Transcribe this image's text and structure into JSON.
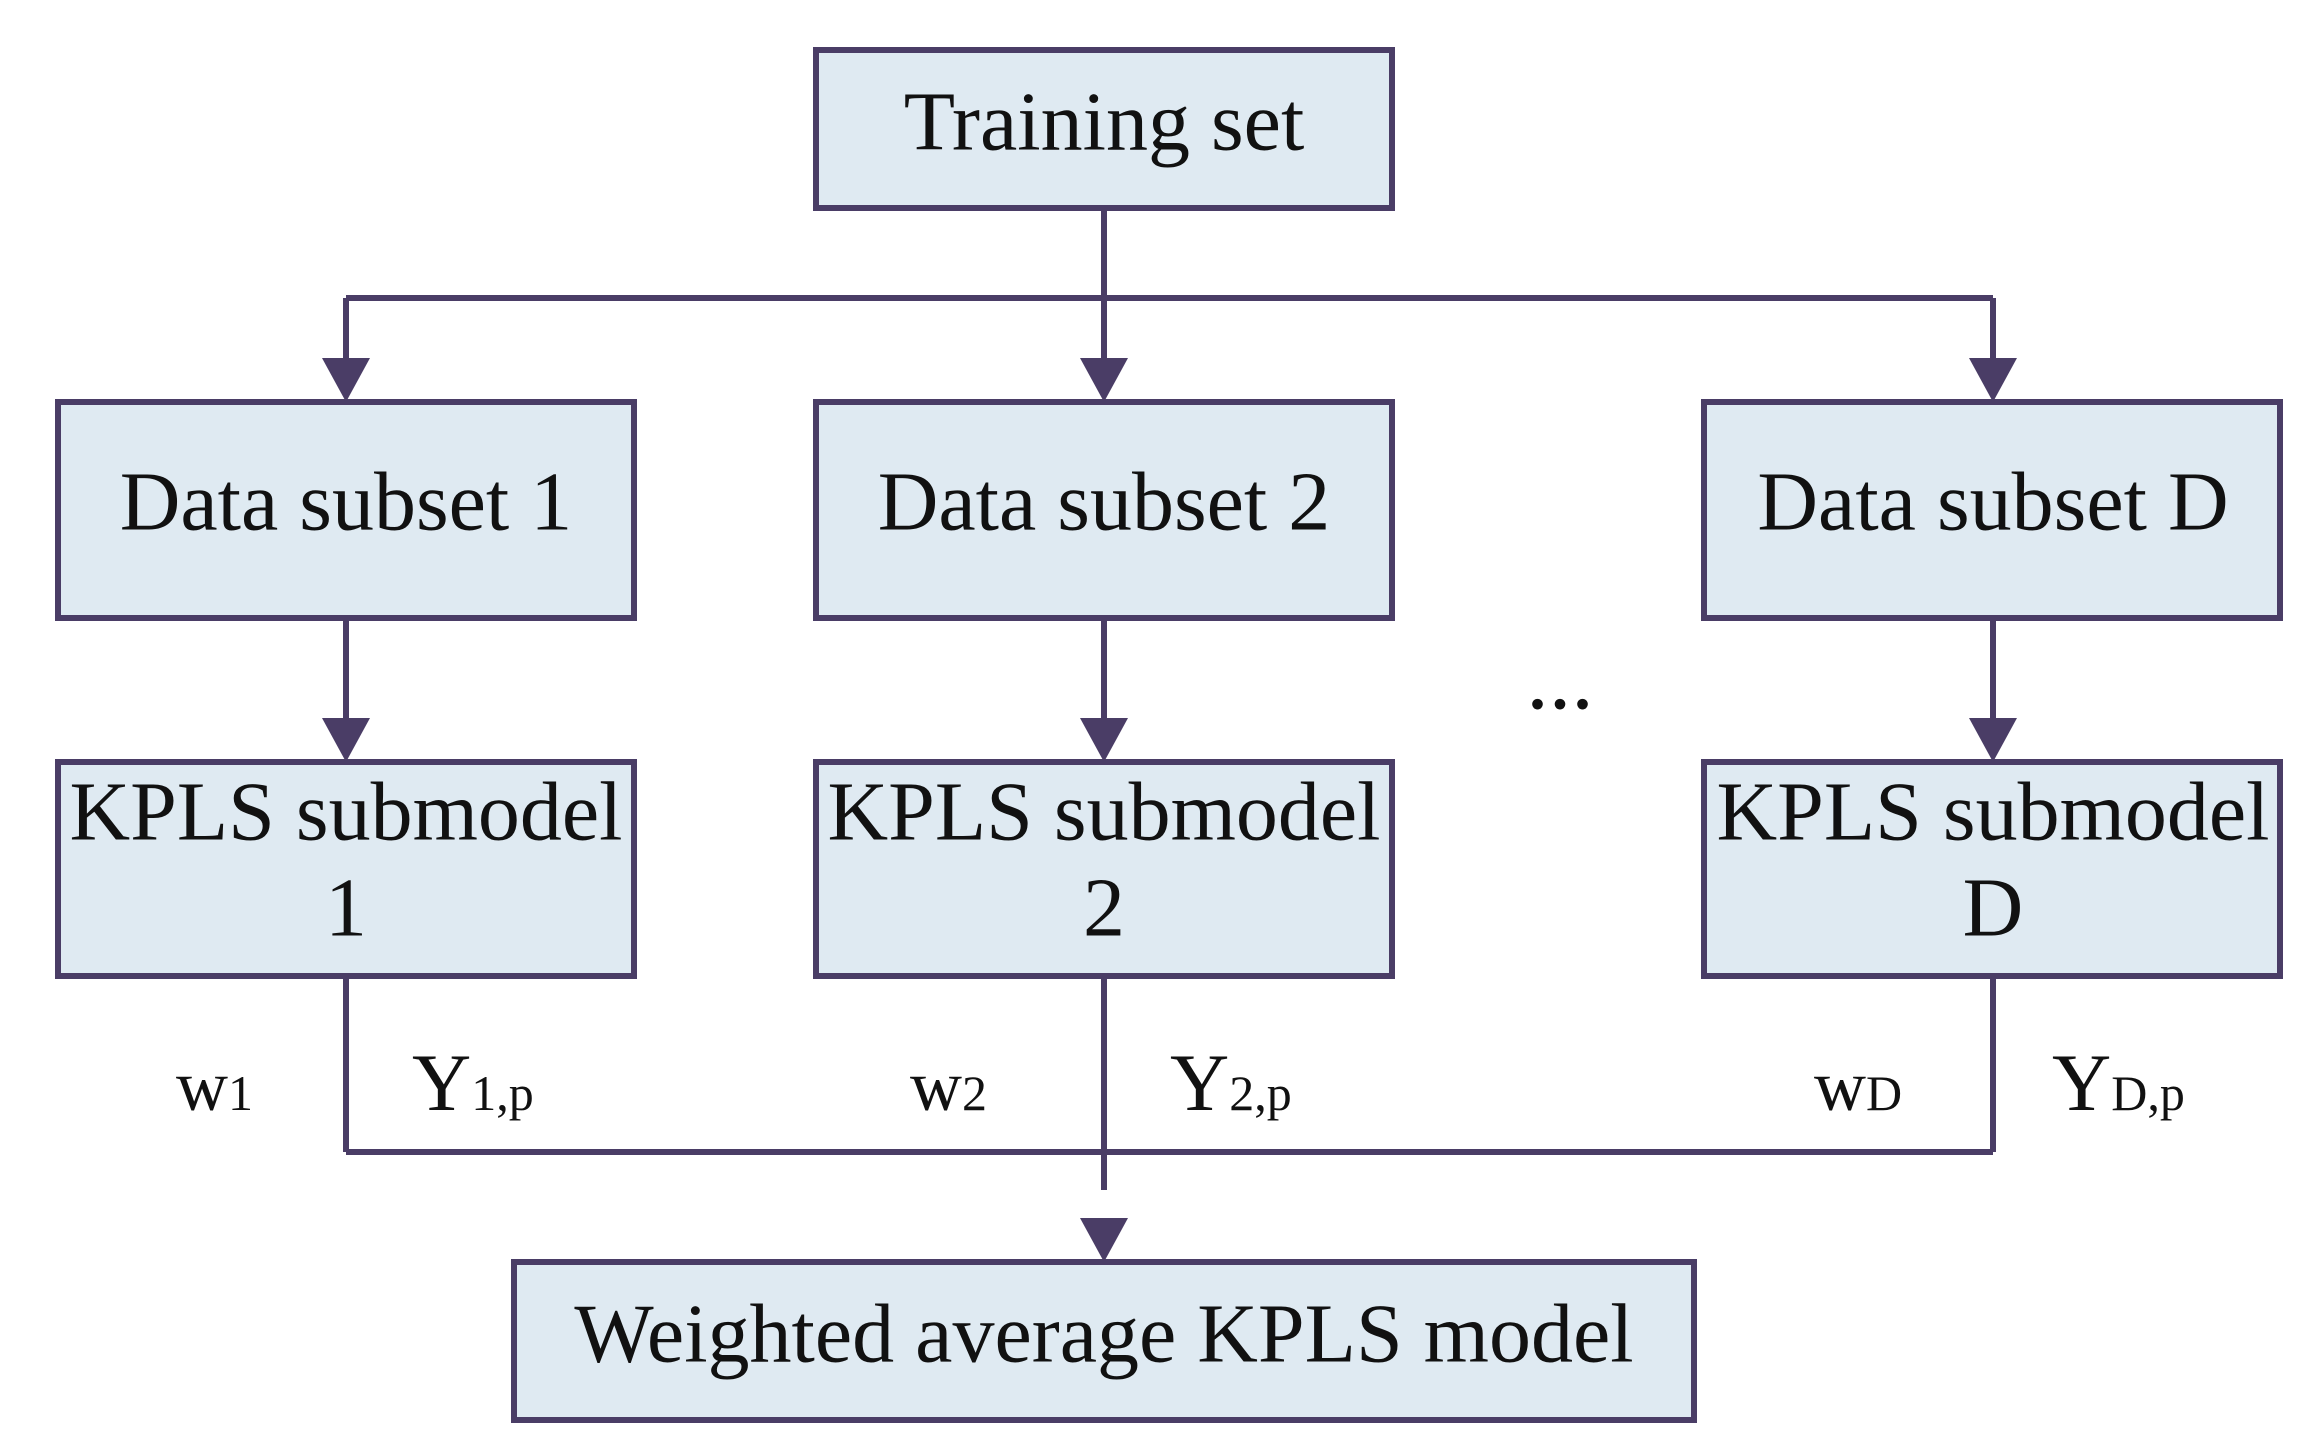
{
  "nodes": {
    "training": "Training set",
    "subset1": "Data subset 1",
    "subset2": "Data subset 2",
    "subsetD": "Data subset D",
    "sub1_line1": "KPLS submodel",
    "sub1_line2": "1",
    "sub2_line1": "KPLS submodel",
    "sub2_line2": "2",
    "subD_line1": "KPLS submodel",
    "subD_line2": "D",
    "final": "Weighted average KPLS model"
  },
  "ellipsis": "...",
  "weights": [
    {
      "base": "w",
      "sub": "1"
    },
    {
      "base": "w",
      "sub": "2"
    },
    {
      "base": "w",
      "sub": "D"
    }
  ],
  "outputs": [
    {
      "base": "Y",
      "sub": "1,p"
    },
    {
      "base": "Y",
      "sub": "2,p"
    },
    {
      "base": "Y",
      "sub": "D,p"
    }
  ],
  "colors": {
    "box_fill": "#dfeaf2",
    "line": "#4a3d66"
  }
}
